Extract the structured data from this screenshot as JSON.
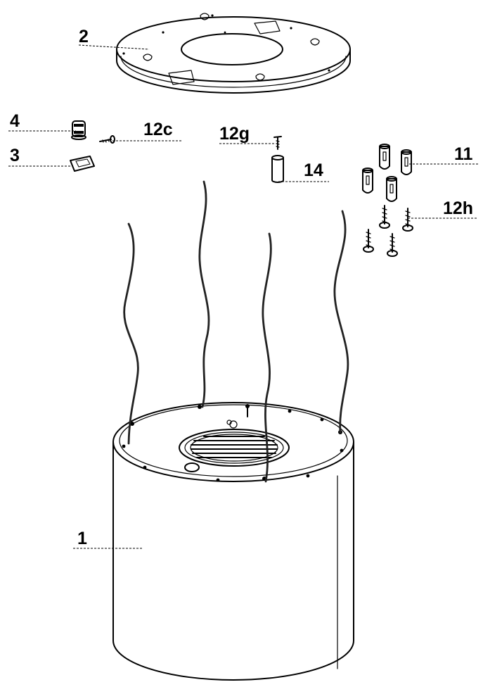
{
  "callouts": {
    "c2": "2",
    "c4": "4",
    "c3": "3",
    "c12c": "12c",
    "c12g": "12g",
    "c14": "14",
    "c11": "11",
    "c12h": "12h",
    "c1": "1"
  }
}
